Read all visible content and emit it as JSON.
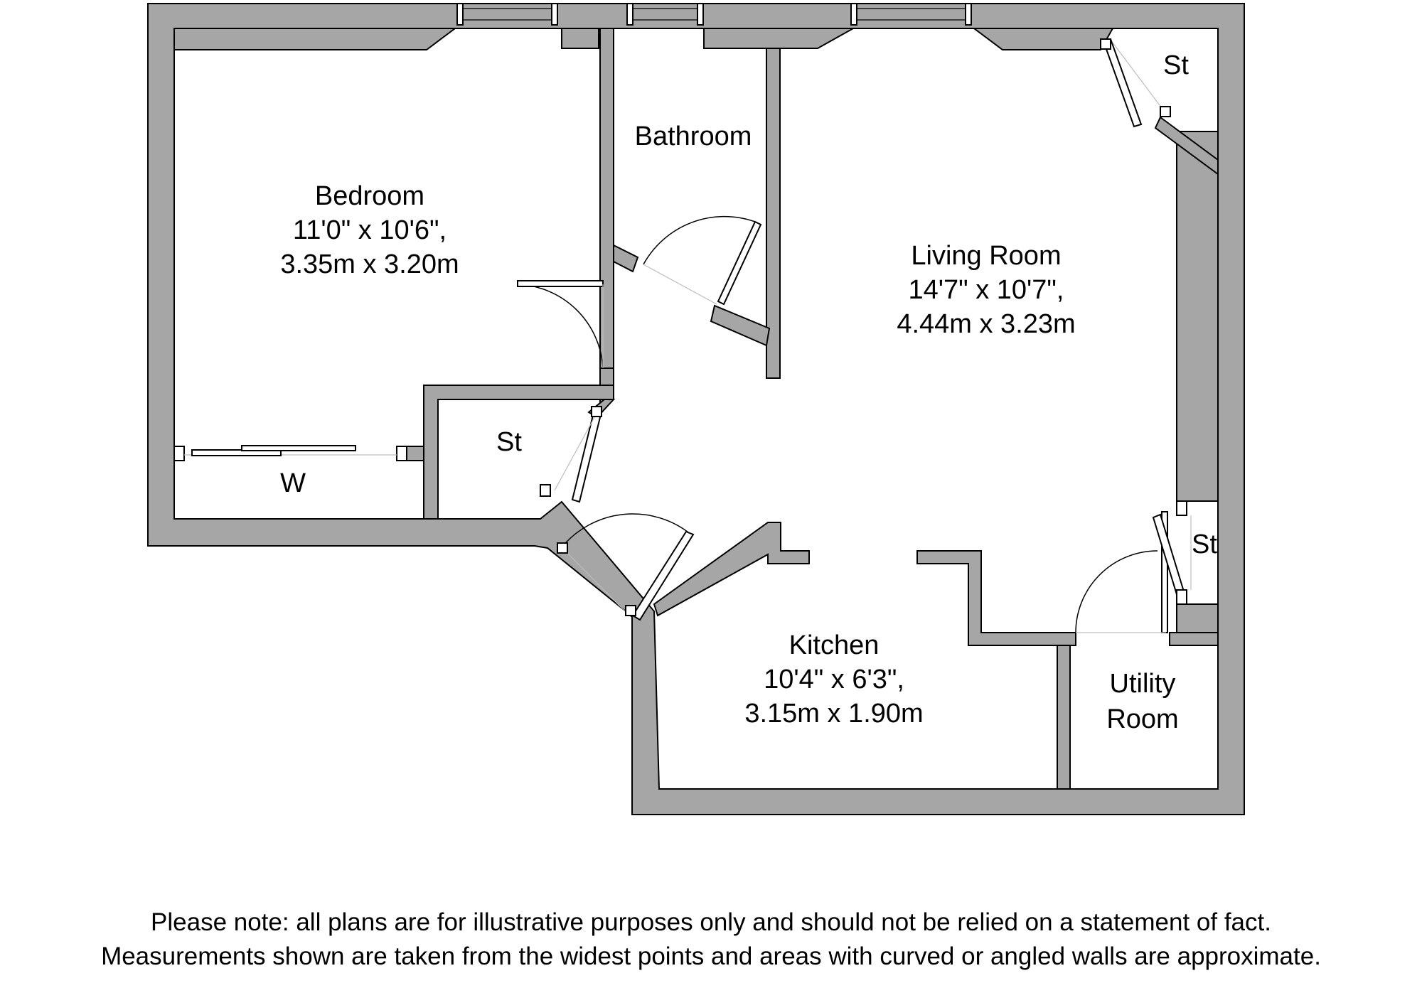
{
  "colors": {
    "wall": "#a6a6a6",
    "outline": "#000000",
    "background": "#ffffff"
  },
  "rooms": {
    "bedroom": {
      "name": "Bedroom",
      "imperial": "11'0\" x 10'6\",",
      "metric": "3.35m x 3.20m"
    },
    "bathroom": {
      "name": "Bathroom"
    },
    "living_room": {
      "name": "Living Room",
      "imperial": "14'7\" x 10'7\",",
      "metric": "4.44m x 3.23m"
    },
    "kitchen": {
      "name": "Kitchen",
      "imperial": "10'4\" x 6'3\",",
      "metric": "3.15m x 1.90m"
    },
    "utility_room": {
      "line1": "Utility",
      "line2": "Room"
    },
    "store_bedroom": "St",
    "store_living_top": "St",
    "store_living_right": "St",
    "wardrobe": "W"
  },
  "notes": {
    "line1": "Please note: all plans are for illustrative purposes only and should not be relied on a statement of fact.",
    "line2": "Measurements shown are taken from the widest points and areas with curved or angled walls are approximate."
  }
}
